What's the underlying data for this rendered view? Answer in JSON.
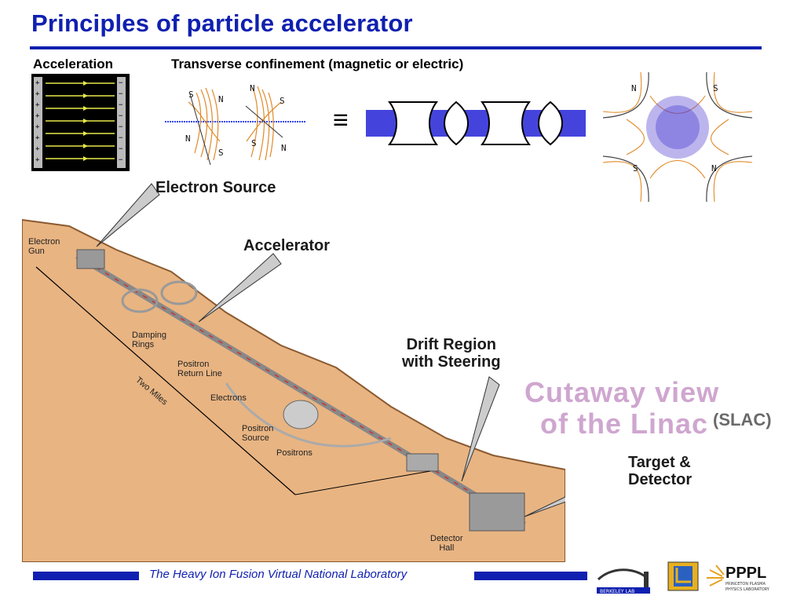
{
  "title": "Principles of particle accelerator",
  "sections": {
    "acceleration": "Acceleration",
    "transverse": "Transverse confinement (magnetic or electric)"
  },
  "magnets": {
    "quad1": [
      "S",
      "N",
      "N",
      "S"
    ],
    "quad2": [
      "N",
      "S",
      "S",
      "N"
    ],
    "quad_big": [
      "N",
      "S",
      "S",
      "N"
    ],
    "equiv_symbol": "≡"
  },
  "linac": {
    "labels": {
      "electron_source": "Electron Source",
      "accelerator": "Accelerator",
      "drift_region": [
        "Drift Region",
        "with Steering"
      ],
      "target_detector": [
        "Target &",
        "Detector"
      ],
      "electron_gun": [
        "Electron",
        "Gun"
      ],
      "damping_rings": [
        "Damping",
        "Rings"
      ],
      "positron_return": [
        "Positron",
        "Return Line"
      ],
      "two_miles": "Two Miles",
      "electrons": "Electrons",
      "positron_source": [
        "Positron",
        "Source"
      ],
      "positrons": "Positrons",
      "detector_hall": [
        "Detector",
        "Hall"
      ]
    },
    "cutaway": [
      "Cutaway view",
      "of the Linac"
    ],
    "credit": "(SLAC)"
  },
  "footer": {
    "text": "The Heavy Ion Fusion Virtual National Laboratory",
    "logos": {
      "berkeley": "BERKELEY LAB",
      "pppl": "PPPL",
      "pppl_sub": [
        "PRINCETON PLASMA",
        "PHYSICS LABORATORY"
      ]
    }
  },
  "colors": {
    "accent": "#1020b0",
    "beam": "#4444dd",
    "field_lines": "#e08a2a",
    "terrain": "#e8b482"
  }
}
